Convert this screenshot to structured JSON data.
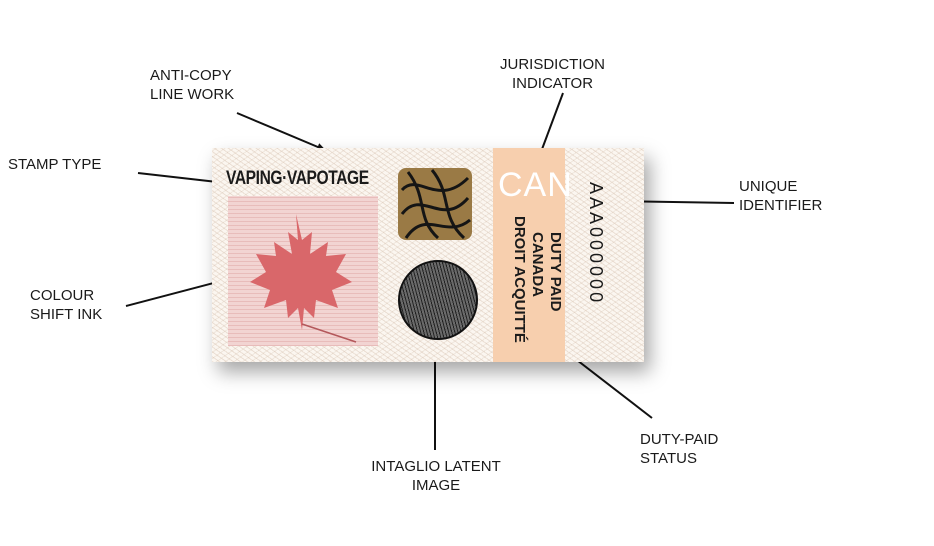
{
  "callouts": {
    "anti_copy": [
      "ANTI-COPY",
      "LINE WORK"
    ],
    "jurisdiction": [
      "JURISDICTION",
      "INDICATOR"
    ],
    "stamp_type": [
      "STAMP TYPE"
    ],
    "unique_id": [
      "UNIQUE",
      "IDENTIFIER"
    ],
    "colour_shift": [
      "COLOUR",
      "SHIFT INK"
    ],
    "intaglio": [
      "INTAGLIO LATENT",
      "IMAGE"
    ],
    "duty_paid": [
      "DUTY-PAID",
      "STATUS"
    ]
  },
  "stamp": {
    "type_label": "VAPING·VAPOTAGE",
    "jurisdiction_code": "CAN",
    "duty_line1": "DUTY PAID",
    "duty_line2": "CANADA",
    "duty_line3": "DROIT ACQUITTÉ",
    "identifier": "AAA000000"
  },
  "colors": {
    "band": "#f7cfae",
    "leaf": "#d9676a",
    "colour_shift_ink": "#9a7a45"
  }
}
